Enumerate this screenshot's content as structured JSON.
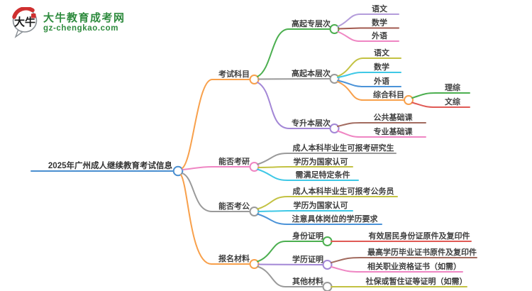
{
  "logo": {
    "icon_text": "大牛",
    "title": "大牛教育成考网",
    "domain": "gz-chengkao.com"
  },
  "colors": {
    "root_line": "#4a8fd0",
    "orange": "#f8a04b",
    "green": "#4caf50",
    "gray": "#9a9a9a",
    "purple": "#a387d6",
    "lavender": "#b49ddb",
    "maroon": "#a2594f",
    "pink": "#ef86c3",
    "olive": "#c3c243",
    "cyan": "#3fc8e6",
    "skyblue": "#4b93d8",
    "brown": "#a26b5f",
    "red": "#e05a55",
    "logo_green": "#2e8b3e",
    "text": "#3f3f3f"
  },
  "mindmap": {
    "root": {
      "label": "2025年广州成人继续教育考试信息"
    },
    "branches": [
      {
        "label": "考试科目",
        "children": [
          {
            "label": "高起专层次",
            "children": [
              {
                "label": "语文"
              },
              {
                "label": "数学"
              },
              {
                "label": "外语"
              }
            ]
          },
          {
            "label": "高起本层次",
            "children": [
              {
                "label": "语文"
              },
              {
                "label": "数学"
              },
              {
                "label": "外语"
              },
              {
                "label": "综合科目",
                "children": [
                  {
                    "label": "理综"
                  },
                  {
                    "label": "文综"
                  }
                ]
              }
            ]
          },
          {
            "label": "专升本层次",
            "children": [
              {
                "label": "公共基础课"
              },
              {
                "label": "专业基础课"
              }
            ]
          }
        ]
      },
      {
        "label": "能否考研",
        "children": [
          {
            "label": "成人本科毕业生可报考研究生"
          },
          {
            "label": "学历为国家认可"
          },
          {
            "label": "需满足特定条件"
          }
        ]
      },
      {
        "label": "能否考公",
        "children": [
          {
            "label": "成人本科毕业生可报考公务员"
          },
          {
            "label": "学历为国家认可"
          },
          {
            "label": "注意具体岗位的学历要求"
          }
        ]
      },
      {
        "label": "报名材料",
        "children": [
          {
            "label": "身份证明",
            "children": [
              {
                "label": "有效居民身份证原件及复印件"
              }
            ]
          },
          {
            "label": "学历证明",
            "children": [
              {
                "label": "最高学历毕业证书原件及复印件"
              },
              {
                "label": "相关职业资格证书（如需）"
              }
            ]
          },
          {
            "label": "其他材料",
            "children": [
              {
                "label": "社保或暂住证等证明（如需）"
              }
            ]
          }
        ]
      }
    ]
  }
}
